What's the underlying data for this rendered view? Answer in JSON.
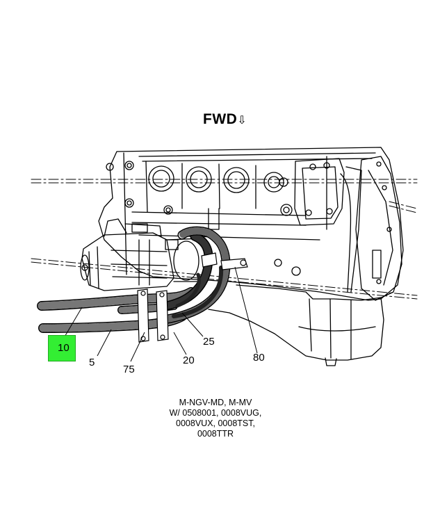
{
  "direction": {
    "label": "FWD",
    "arrow": "⇩"
  },
  "callouts": {
    "c10": "10",
    "c5": "5",
    "c75": "75",
    "c20": "20",
    "c25": "25",
    "c80": "80"
  },
  "highlight_color": "#33ee33",
  "caption": {
    "lines": [
      "M-NGV-MD, M-MV",
      "W/ 0508001, 0008VUG,",
      "0008VUX, 0008TST,",
      "0008TTR"
    ]
  },
  "icons": {
    "direction_arrow": "arrow-icon"
  }
}
